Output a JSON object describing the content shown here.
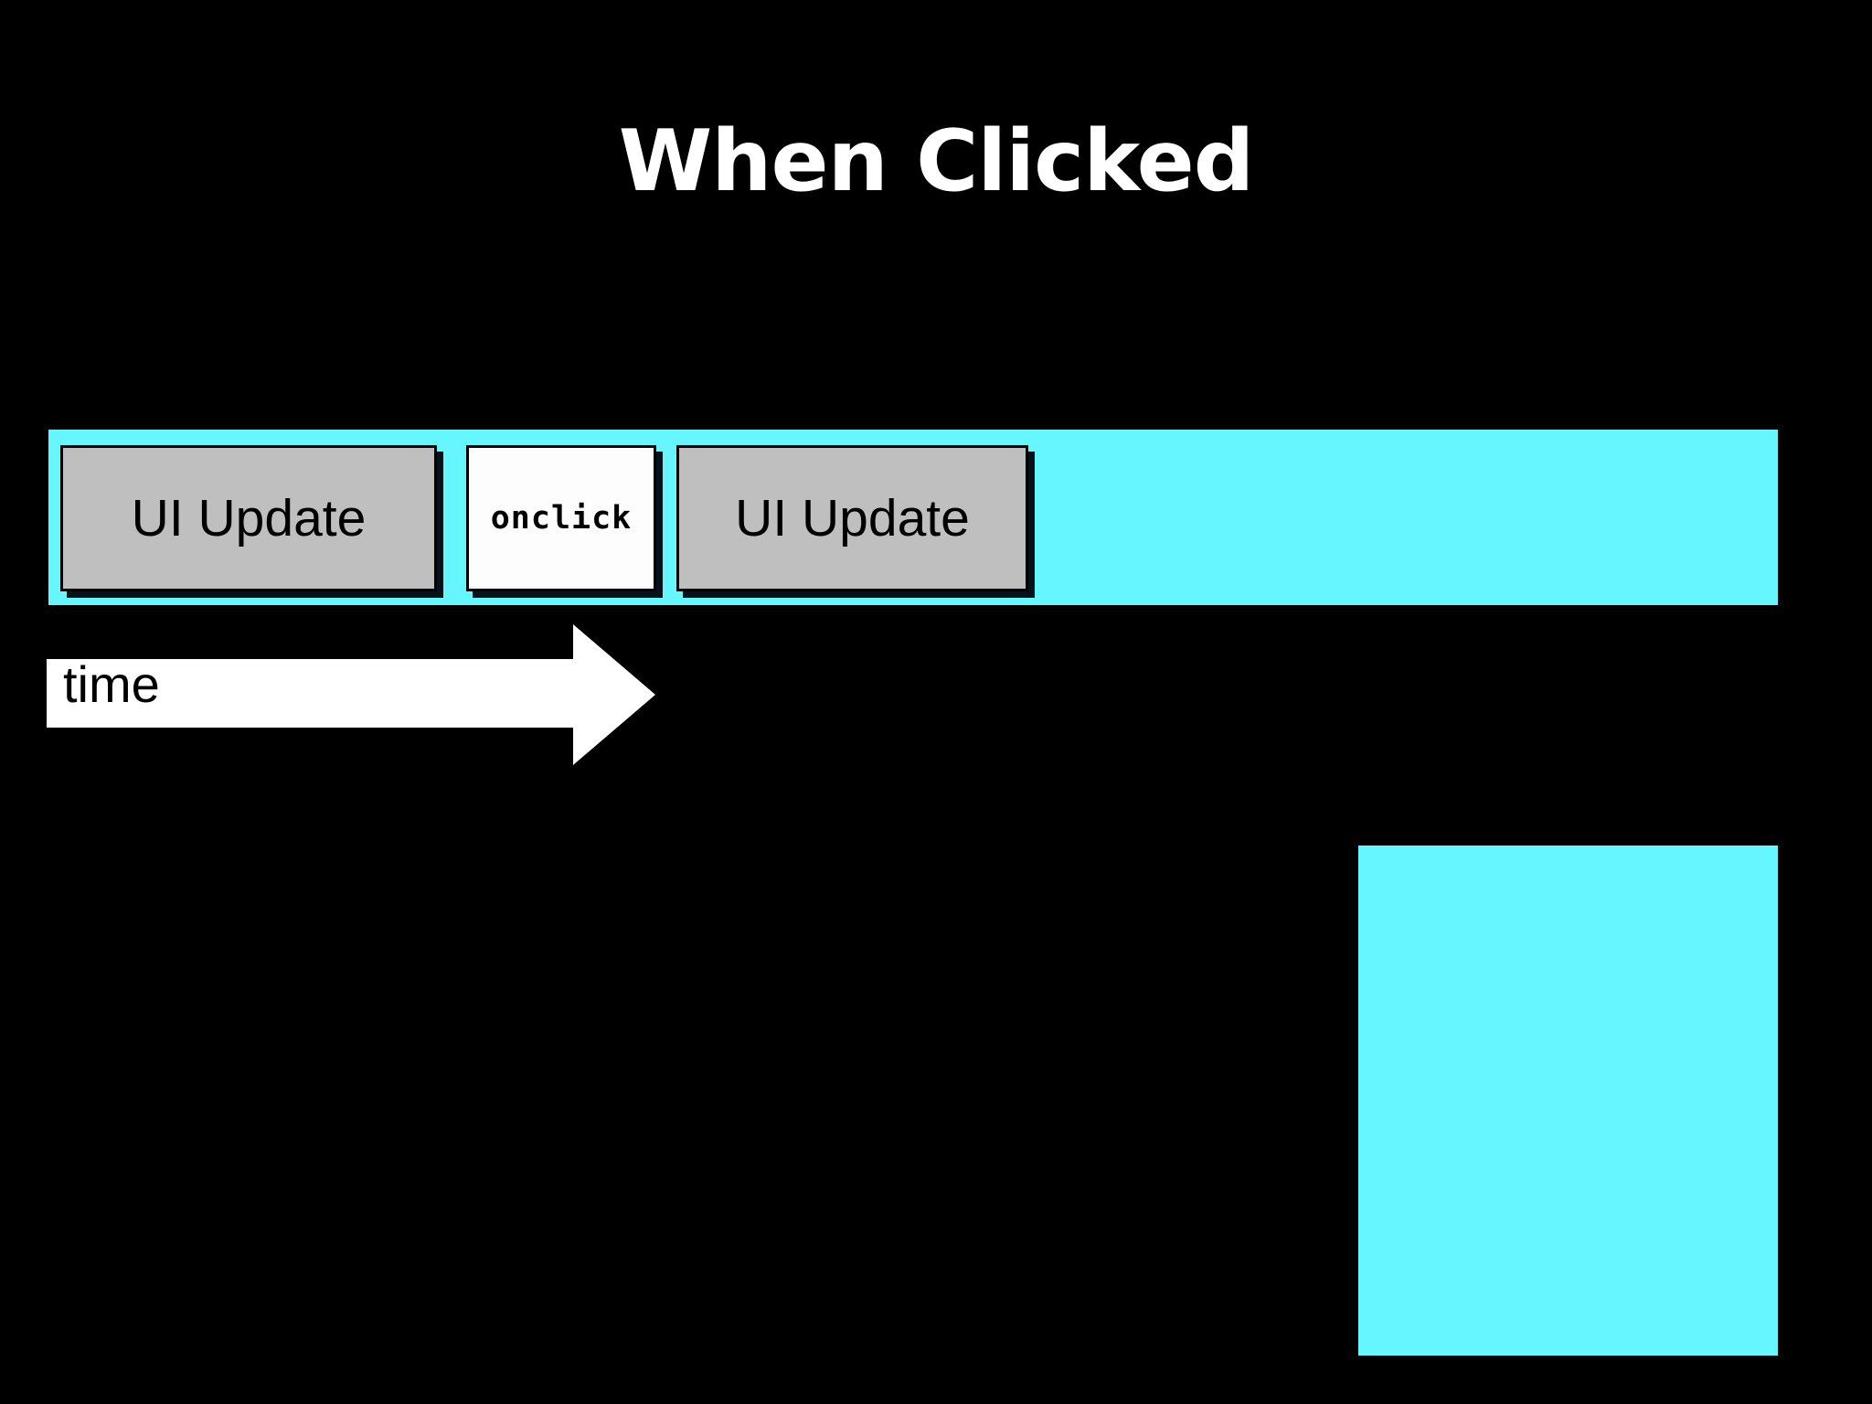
{
  "slide": {
    "title": "When Clicked",
    "background_color": "#000000",
    "accent_color": "#65F6FF"
  },
  "timeline": {
    "name": "when-clicked-timeline",
    "track_color": "#65F6FF",
    "blocks": [
      {
        "id": "ui-update-1",
        "label": "UI Update",
        "kind": "ui-update",
        "fill_color": "#BFBFBF",
        "border_color": "#000000"
      },
      {
        "id": "onclick",
        "label": "onclick",
        "kind": "handler",
        "fill_color": "#FDFDFD",
        "border_color": "#000000"
      },
      {
        "id": "ui-update-2",
        "label": "UI Update",
        "kind": "ui-update",
        "fill_color": "#BFBFBF",
        "border_color": "#000000"
      }
    ]
  },
  "time_axis": {
    "label": "time",
    "arrow_color": "#FFFFFF",
    "label_color": "#000000",
    "direction": "right"
  },
  "lower_right_panel": {
    "fill_color": "#65F6FF"
  }
}
